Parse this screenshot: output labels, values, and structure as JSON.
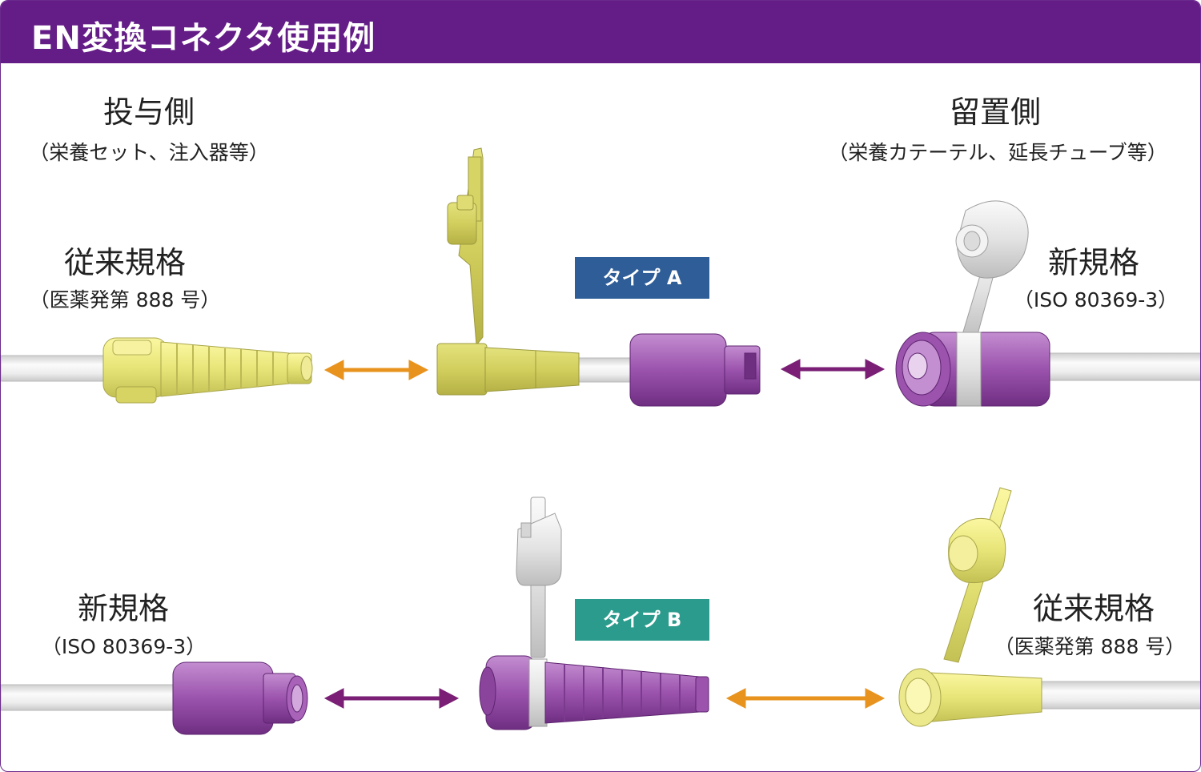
{
  "title": "EN変換コネクタ使用例",
  "top_row": {
    "left_heading": "投与側",
    "left_sub": "（栄養セット、注入器等）",
    "right_heading": "留置側",
    "right_sub": "（栄養カテーテル、延長チューブ等）",
    "left_std": "従来規格",
    "left_std_sub": "（医薬発第 888 号）",
    "right_std": "新規格",
    "right_std_sub": "（ISO 80369-3）",
    "badge": "タイプ A"
  },
  "bottom_row": {
    "left_std": "新規格",
    "left_std_sub": "（ISO 80369-3）",
    "right_std": "従来規格",
    "right_std_sub": "（医薬発第 888 号）",
    "badge": "タイプ B"
  },
  "colors": {
    "header": "#641c87",
    "badge_a": "#2e5d97",
    "badge_b": "#2a9b8c",
    "arrow_orange": "#e8931e",
    "arrow_purple": "#7a1f75",
    "legacy_yellow": "#eae876",
    "iso_purple": "#9b53ad",
    "white_part": "#e2e2e2"
  }
}
